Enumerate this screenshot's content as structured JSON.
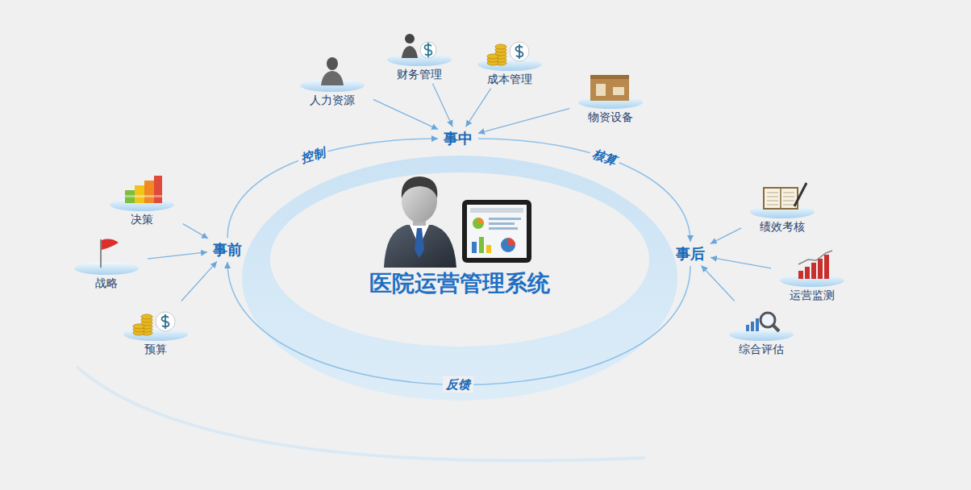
{
  "diagram": {
    "title": "医院运营管理系统",
    "nodes": [
      {
        "text": [
          "事中"
        ]
      },
      {
        "text": [
          "人力资源"
        ]
      },
      {
        "text": [
          "财务管理"
        ]
      },
      {
        "text": [
          "成本管理"
        ]
      },
      {
        "text": [
          "物资设备"
        ]
      },
      {
        "text": [
          "事前"
        ]
      },
      {
        "text": [
          "决策"
        ]
      },
      {
        "text": [
          "战略"
        ]
      },
      {
        "text": [
          "预算"
        ]
      },
      {
        "text": [
          "事后"
        ]
      },
      {
        "text": [
          "绩效考核"
        ]
      },
      {
        "text": [
          "运营监测"
        ]
      },
      {
        "text": [
          "综合评估"
        ]
      }
    ],
    "edges": [
      {
        "from": 5,
        "to": 0,
        "arrow": "to",
        "label": "控制"
      },
      {
        "from": 0,
        "to": 9,
        "arrow": "to",
        "label": "核算"
      },
      {
        "from": 9,
        "to": 5,
        "arrow": "to",
        "label": "反馈"
      },
      {
        "from": 1,
        "to": 0,
        "arrow": "to"
      },
      {
        "from": 2,
        "to": 0,
        "arrow": "to"
      },
      {
        "from": 3,
        "to": 0,
        "arrow": "to"
      },
      {
        "from": 4,
        "to": 0,
        "arrow": "to"
      },
      {
        "from": 6,
        "to": 5,
        "arrow": "to"
      },
      {
        "from": 7,
        "to": 5,
        "arrow": "to"
      },
      {
        "from": 8,
        "to": 5,
        "arrow": "to"
      },
      {
        "from": 10,
        "to": 9,
        "arrow": "to"
      },
      {
        "from": 11,
        "to": 9,
        "arrow": "to"
      },
      {
        "from": 12,
        "to": 9,
        "arrow": "to"
      }
    ]
  }
}
